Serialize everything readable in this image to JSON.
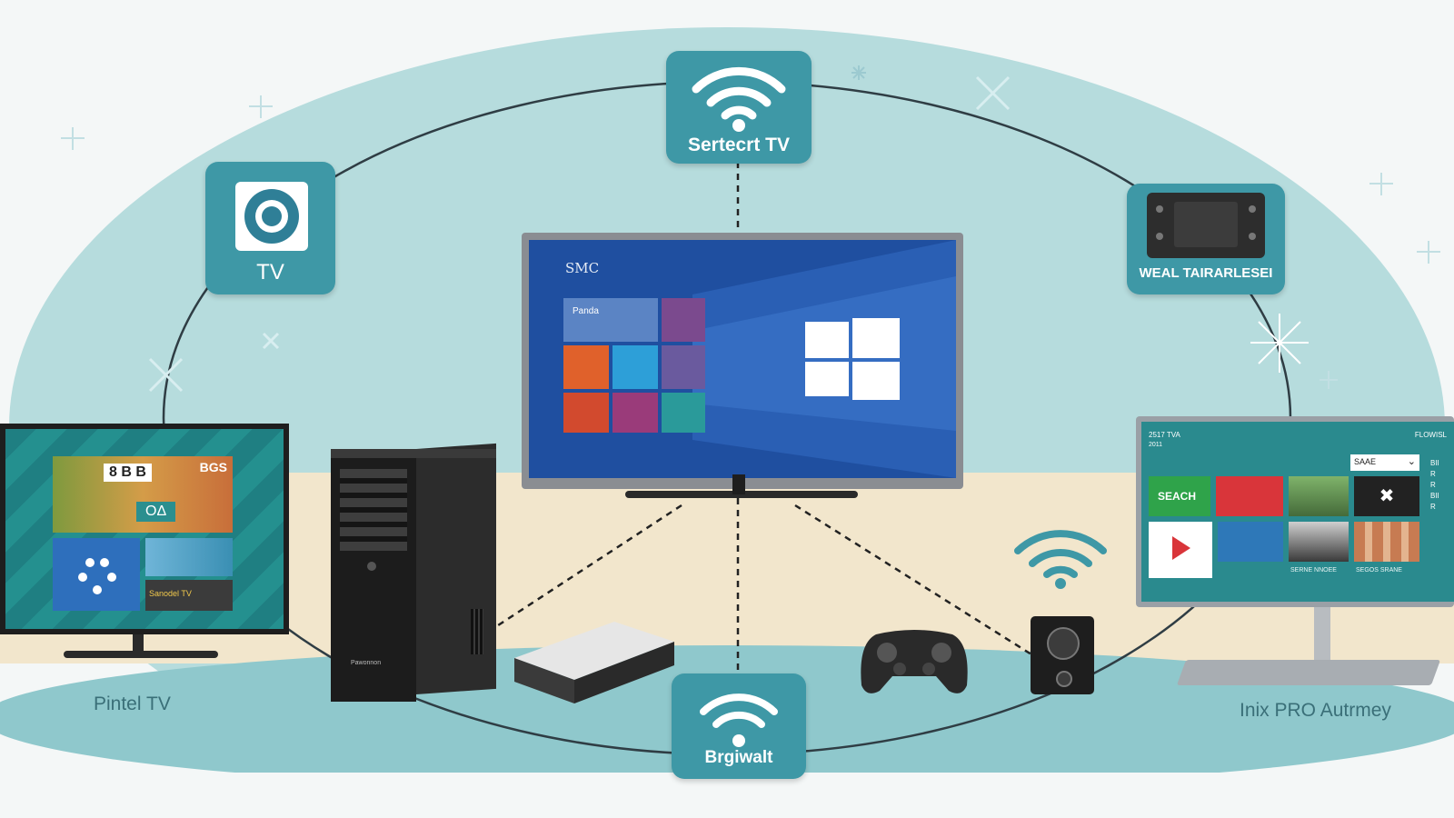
{
  "colors": {
    "teal_dark": "#3e98a6",
    "teal_light": "#b6dcdd",
    "floor": "#f2e6cc",
    "win_blue": "#1f4fa0"
  },
  "hubs": {
    "top_label": "Sertecrt TV",
    "bottom_label": "Brgiwalt",
    "left_label": "TV",
    "right_label": "WEAL TAIRARLESEI"
  },
  "center_tv": {
    "corner_text": "SMC",
    "tile_label": "Panda"
  },
  "left_tv": {
    "label": "Pintel TV",
    "thumb_text": "8 B B",
    "badge_text": "BGS",
    "tile_text": "OΔ",
    "small_text": "Sanodel TV"
  },
  "right_monitor": {
    "label": "Inix PRO Autrmey",
    "header_left": "2517 TVA",
    "header_sub": "2011",
    "header_right": "FLOWISL",
    "dropdown": "SAAE",
    "search_tile": "SEACH",
    "caption_1": "SERNE NNOEE",
    "caption_2": "SEGOS SRANE",
    "side_text": "BIIRRBIIR"
  },
  "pc_tower": {
    "brand": "Pawonnon"
  },
  "icons": [
    "wifi-icon",
    "camera-icon",
    "projector-icon",
    "windows-logo-icon",
    "gamepad-icon",
    "speaker-icon",
    "play-icon",
    "close-icon",
    "sparkle-icon"
  ]
}
